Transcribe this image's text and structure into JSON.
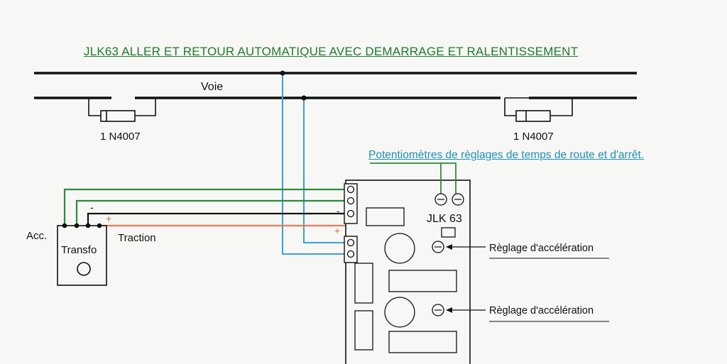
{
  "title": "JLK63  ALLER ET RETOUR AUTOMATIQUE AVEC DEMARRAGE ET RALENTISSEMENT",
  "track_label": "Voie",
  "diodes": [
    {
      "label": "1 N4007"
    },
    {
      "label": "1 N4007"
    }
  ],
  "potentiometer_note": "Potentiomètres de règlages de temps de route et d'arrêt.",
  "transformer": {
    "acc_label": "Acc.",
    "name": "Transfo",
    "traction_label": "Traction",
    "minus_sign": "-",
    "plus_sign": "+"
  },
  "board": {
    "name": "JLK 63",
    "minus_sign": "-",
    "plus_sign": "+"
  },
  "adjustments": [
    {
      "label": "Règlage d'accélération"
    },
    {
      "label": "Règlage d'accélération"
    }
  ],
  "colors": {
    "green_wire": "#2e8b3a",
    "blue_wire": "#3a9fd8",
    "orange_wire": "#f07a55",
    "black_wire": "#111111",
    "title": "#1f7a2e",
    "note": "#1f8fb8"
  }
}
